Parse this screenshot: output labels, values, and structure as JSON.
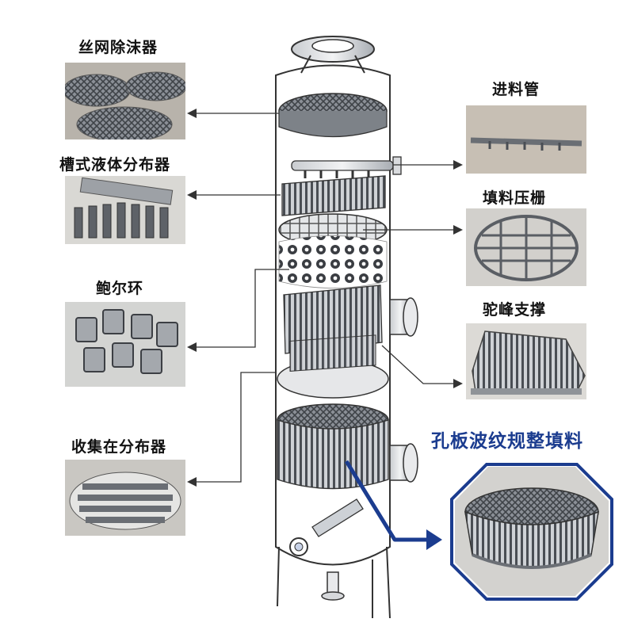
{
  "labels": {
    "demister": "丝网除沫器",
    "trough_distributor": "槽式液体分布器",
    "pall_ring": "鲍尔环",
    "collector_distributor": "收集在分布器",
    "feed_pipe": "进料管",
    "hold_down_grid": "填料压栅",
    "hump_support": "驼峰支撑",
    "structured_packing": "孔板波纹规整填料"
  },
  "colors": {
    "accent_blue": "#1b3c8f",
    "steel": "#9aa0a6",
    "text": "#111111"
  },
  "icons": {
    "arrow": "arrow-icon"
  }
}
